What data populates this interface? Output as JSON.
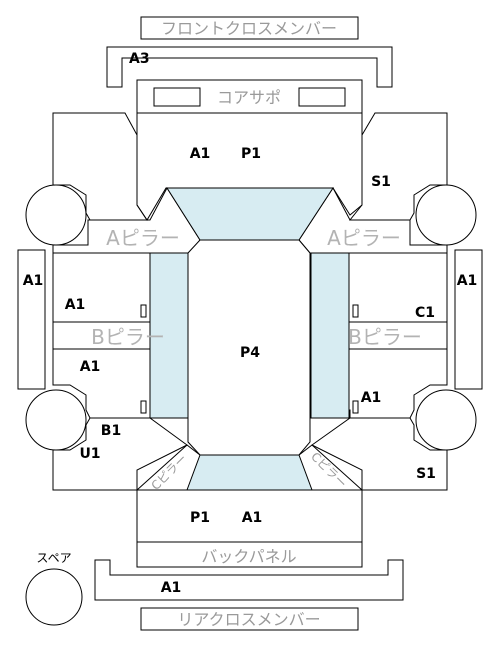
{
  "titles": {
    "front_cross": "フロントクロスメンバー",
    "core_support": "コアサポ",
    "back_panel": "バックパネル",
    "rear_cross": "リアクロスメンバー",
    "spare": "スペア"
  },
  "pillars": {
    "a_left": "Aピラー",
    "a_right": "Aピラー",
    "b_left": "Bピラー",
    "b_right": "Bピラー"
  },
  "pillar_c": {
    "left": "Cピラー",
    "right": "Cピラー"
  },
  "labels": {
    "a3_top": "A3",
    "front_a1": "A1",
    "front_p1": "P1",
    "right_front_s1": "S1",
    "left_outer_a1": "A1",
    "right_outer_a1": "A1",
    "left_door_front_a1": "A1",
    "right_door_front_c1": "C1",
    "center_p4": "P4",
    "left_door_rear_a1": "A1",
    "right_door_rear_a1": "A1",
    "left_b1": "B1",
    "left_u1": "U1",
    "right_rear_s1": "S1",
    "rear_p1": "P1",
    "rear_a1": "A1",
    "rear_cross_a1": "A1"
  }
}
